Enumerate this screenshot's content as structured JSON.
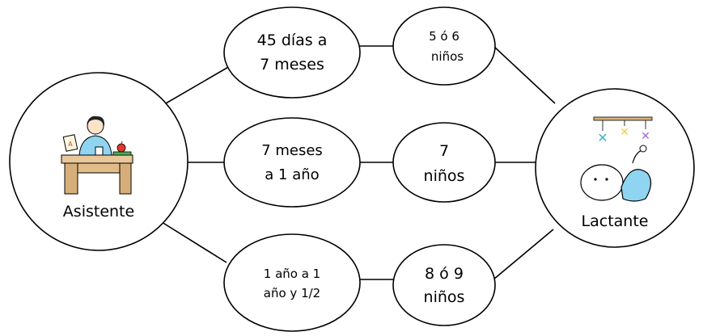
{
  "nodes": {
    "asistente": {
      "label": "Asistente",
      "icon": "teacher-at-desk-icon"
    },
    "lactante": {
      "label": "Lactante",
      "icon": "baby-with-mobile-icon"
    },
    "age_top": {
      "line1": "45 días a",
      "line2": "7 meses"
    },
    "age_mid": {
      "line1": "7 meses",
      "line2": "a 1 año"
    },
    "age_bot": {
      "line1": "1 año a 1",
      "line2": "año y 1/2"
    },
    "count_top": {
      "line1": "5 ó 6",
      "line2": "niños"
    },
    "count_mid": {
      "line1": "7",
      "line2": "niños"
    },
    "count_bot": {
      "line1": "8 ó 9",
      "line2": "niños"
    }
  }
}
